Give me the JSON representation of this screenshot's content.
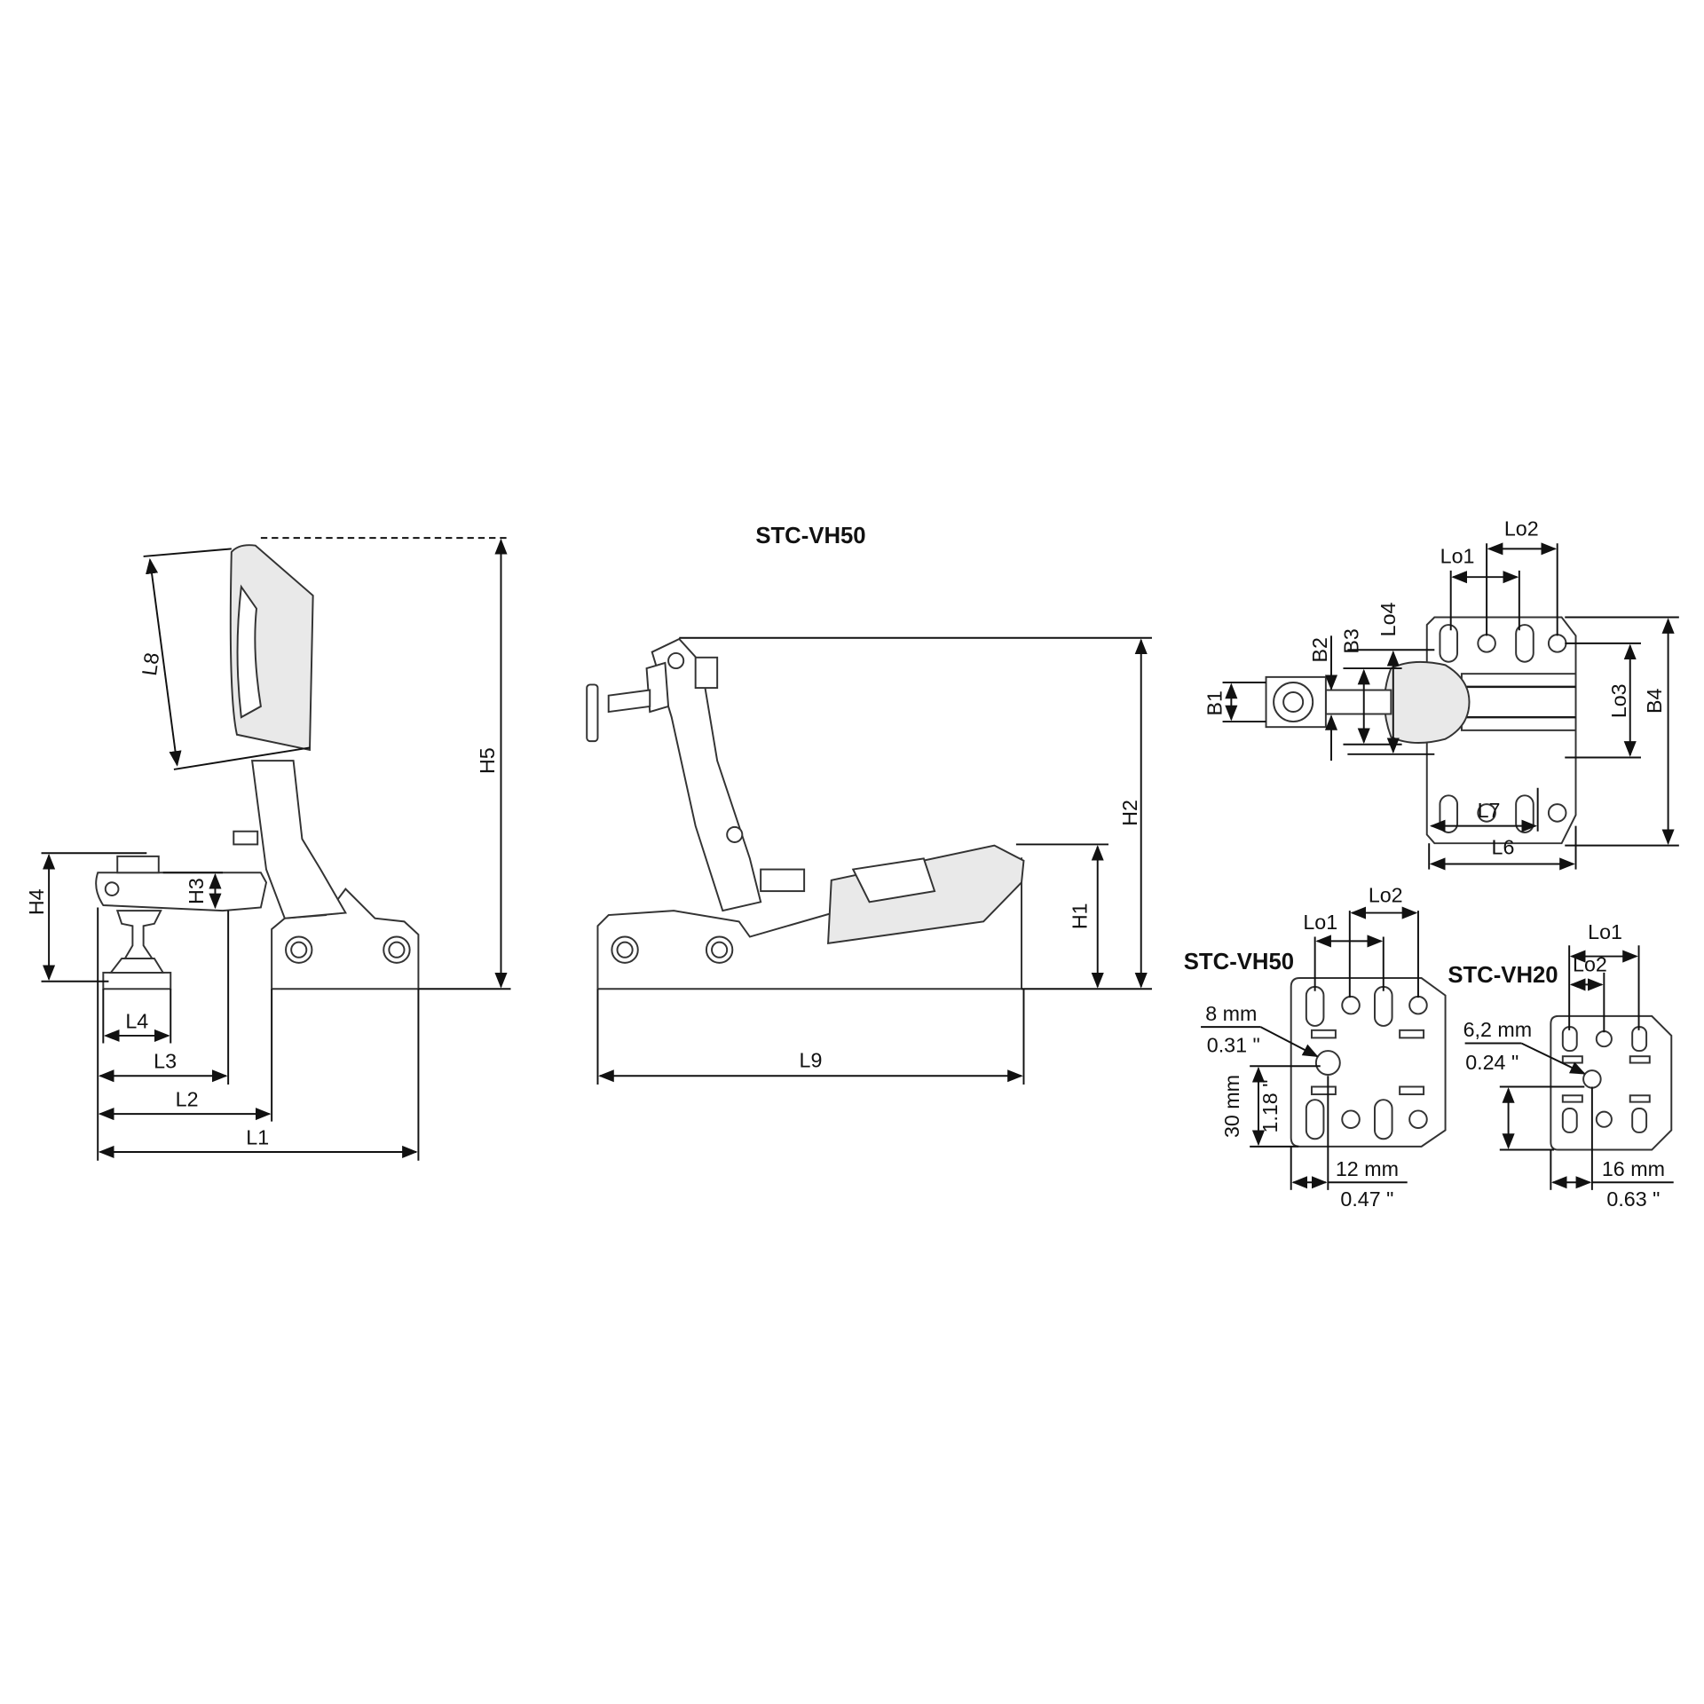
{
  "title": "STC-VH50",
  "side_view": {
    "labels": {
      "H5": "H5",
      "L8": "L8",
      "H4": "H4",
      "H3": "H3",
      "L4": "L4",
      "L3": "L3",
      "L2": "L2",
      "L1": "L1"
    }
  },
  "open_view": {
    "labels": {
      "H2": "H2",
      "H1": "H1",
      "L9": "L9"
    }
  },
  "top_view": {
    "labels": {
      "Lo1": "Lo1",
      "Lo2": "Lo2",
      "Lo4": "Lo4",
      "B2": "B2",
      "B3": "B3",
      "B1": "B1",
      "Lo3": "Lo3",
      "B4": "B4",
      "L7": "L7",
      "L6": "L6"
    }
  },
  "plate_vh50": {
    "model": "STC-VH50",
    "lo1": "Lo1",
    "lo2": "Lo2",
    "hole_mm": "8 mm",
    "hole_in": "0.31 \"",
    "vert_mm": "30 mm",
    "vert_in": "1.18 \"",
    "horiz_mm": "12 mm",
    "horiz_in": "0.47 \""
  },
  "plate_vh20": {
    "model": "STC-VH20",
    "lo1": "Lo1",
    "lo2": "Lo2",
    "hole_mm": "6,2 mm",
    "hole_in": "0.24 \"",
    "horiz_mm": "16 mm",
    "horiz_in": "0.63 \""
  }
}
